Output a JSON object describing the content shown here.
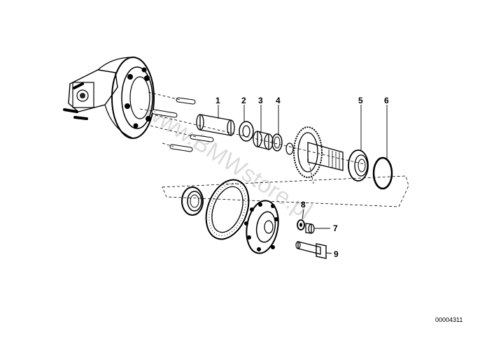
{
  "callouts": [
    {
      "label": "1",
      "part": "spacer-sleeve"
    },
    {
      "label": "2",
      "part": "inner-bearing"
    },
    {
      "label": "3",
      "part": "spacer-ring"
    },
    {
      "label": "4",
      "part": "shim"
    },
    {
      "label": "5",
      "part": "tapered-roller-bearing"
    },
    {
      "label": "6",
      "part": "circlip"
    },
    {
      "label": "7",
      "part": "washer"
    },
    {
      "label": "8",
      "part": "nut"
    },
    {
      "label": "9",
      "part": "bolt"
    }
  ],
  "watermark": "www.BMWstore.pl",
  "doc_number": "00004311"
}
